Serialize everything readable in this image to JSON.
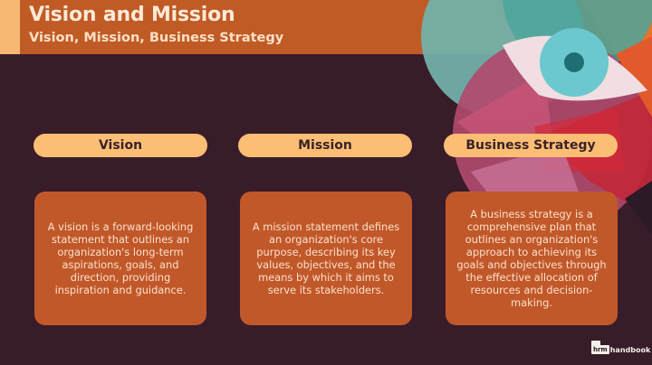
{
  "header": {
    "title": "Vision and Mission",
    "subtitle": "Vision, Mission, Business Strategy"
  },
  "columns": [
    {
      "label": "Vision",
      "text": "A vision is a forward-looking statement that outlines an organization's long-term aspirations, goals, and direction, providing inspiration and guidance."
    },
    {
      "label": "Mission",
      "text": "A mission statement defines an organization's core purpose, describing its key values, objectives, and the means by which it aims to serve its stakeholders."
    },
    {
      "label": "Business Strategy",
      "text": "A business strategy is a comprehensive plan that outlines an organization's approach to achieving its goals and objectives through the effective allocation of resources and decision-making."
    }
  ],
  "logo": {
    "box_text": "hrm",
    "text": "handbook"
  },
  "colors": {
    "background": "#381c29",
    "header": "#c05b26",
    "header_accent": "#f6b872",
    "pill": "#fbbe74",
    "card": "#c1582a",
    "eye_iris": "#6cc8cf",
    "eye_pupil": "#1e6e74"
  }
}
